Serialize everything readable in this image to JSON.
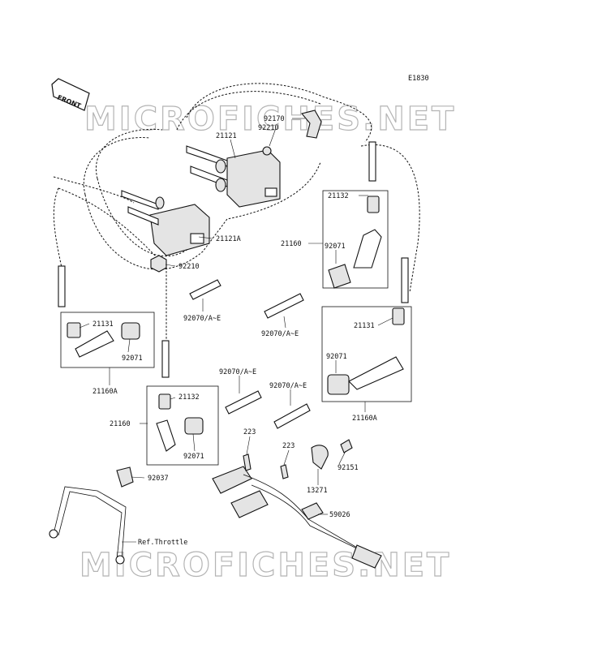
{
  "diagram_code": "E1830",
  "front_label": "FRONT",
  "watermark": "MICROFICHES.NET",
  "parts": {
    "p92170": "92170",
    "p92210_top": "92210",
    "p21121": "21121",
    "p21121A": "21121A",
    "p92210": "92210",
    "p21132_r": "21132",
    "p21160_r": "21160",
    "p92071_r": "92071",
    "p92070_c": "92070/A~E",
    "p92070_l": "92070/A~E",
    "p21131_l": "21131",
    "p92071_l": "92071",
    "p21160A_l": "21160A",
    "p21131_r": "21131",
    "p92071_r2": "92071",
    "p92070_m1": "92070/A~E",
    "p92070_m2": "92070/A~E",
    "p21132_m": "21132",
    "p21160_m": "21160",
    "p92071_m": "92071",
    "p21160A_r": "21160A",
    "p223_a": "223",
    "p223_b": "223",
    "p92151": "92151",
    "p13271": "13271",
    "p92037": "92037",
    "p59026": "59026",
    "ref_throttle": "Ref.Throttle"
  }
}
